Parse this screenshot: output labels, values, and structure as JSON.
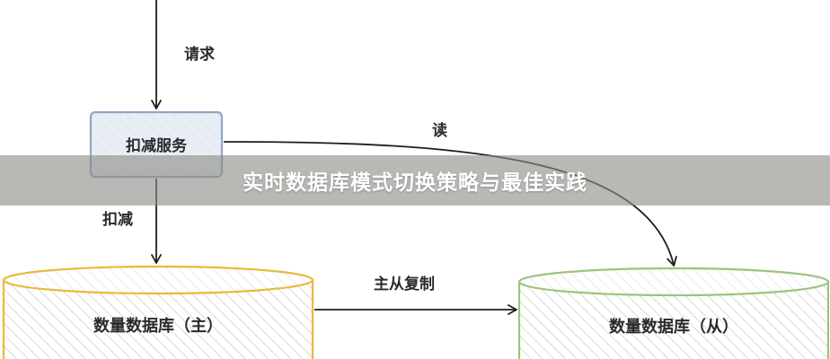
{
  "diagram": {
    "labels": {
      "request": "请求",
      "read": "读",
      "deduct": "扣减",
      "replication": "主从复制"
    },
    "nodes": {
      "service": "扣减服务",
      "master_db": "数量数据库（主）",
      "slave_db": "数量数据库（从）"
    },
    "colors": {
      "service_border": "#8fa6c4",
      "service_fill": "#e9eef6",
      "master_border": "#e8b93c",
      "slave_border": "#9cc47c",
      "arrow": "#1e1e1e",
      "hatch": "#bdbdbd"
    }
  },
  "banner": {
    "title": "实时数据库模式切换策略与最佳实践"
  }
}
